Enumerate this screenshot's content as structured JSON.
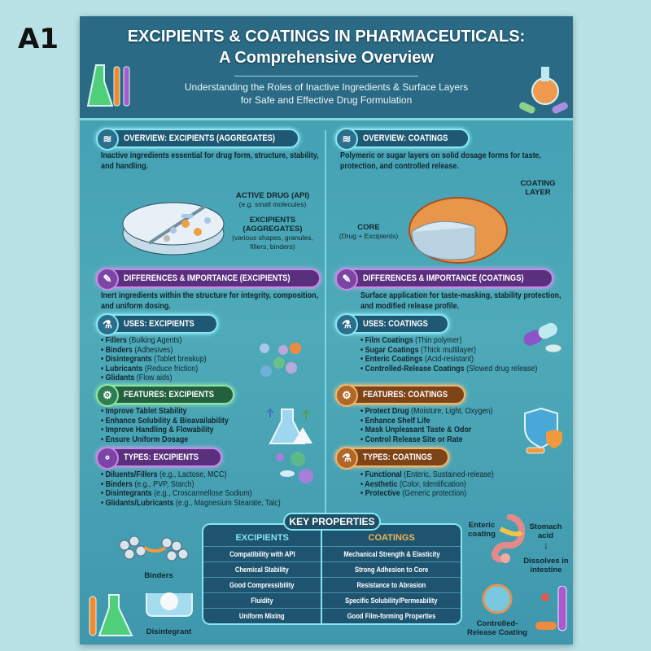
{
  "corner_label": "A1",
  "header": {
    "title_line1": "EXCIPIENTS & COATINGS IN PHARMACEUTICALS:",
    "title_line2": "A Comprehensive Overview",
    "subtitle_line1": "Understanding the Roles of Inactive Ingredients & Surface Layers",
    "subtitle_line2": "for Safe and Effective Drug Formulation"
  },
  "left": {
    "overview": {
      "title": "OVERVIEW: EXCIPIENTS (AGGREGATES)",
      "text": "Inactive ingredients essential for drug form, structure, stability, and handling.",
      "label_api": "ACTIVE DRUG (API)",
      "label_api_sub": "(e.g. small molecules)",
      "label_exc": "EXCIPIENTS (AGGREGATES)",
      "label_exc_sub": "(various shapes, granules, fillers, binders)"
    },
    "differences": {
      "title": "DIFFERENCES & IMPORTANCE (EXCIPIENTS)",
      "text": "Inert ingredients within the structure for integrity, composition, and uniform dosing."
    },
    "uses": {
      "title": "USES: EXCIPIENTS",
      "items": [
        {
          "b": "Fillers",
          "t": "(Bulking Agents)"
        },
        {
          "b": "Binders",
          "t": "(Adhesives)"
        },
        {
          "b": "Disintegrants",
          "t": "(Tablet breakup)"
        },
        {
          "b": "Lubricants",
          "t": "(Reduce friction)"
        },
        {
          "b": "Glidants",
          "t": "(Flow aids)"
        }
      ]
    },
    "features": {
      "title": "FEATURES: EXCIPIENTS",
      "items": [
        {
          "b": "Improve Tablet Stability",
          "t": ""
        },
        {
          "b": "Enhance Solubility & Bioavailability",
          "t": ""
        },
        {
          "b": "Improve Handling & Flowability",
          "t": ""
        },
        {
          "b": "Ensure Uniform Dosage",
          "t": ""
        }
      ]
    },
    "types": {
      "title": "TYPES: EXCIPIENTS",
      "items": [
        {
          "b": "Diluents/Fillers",
          "t": "(e.g., Lactose, MCC)"
        },
        {
          "b": "Binders",
          "t": "(e.g., PVP, Starch)"
        },
        {
          "b": "Disintegrants",
          "t": "(e.g., Croscarmellose Sodium)"
        },
        {
          "b": "Glidants/Lubricants",
          "t": "(e.g., Magnesium Stearate, Talc)"
        }
      ]
    },
    "illustrations": {
      "binders": "Binders",
      "disintegrant": "Disintegrant"
    }
  },
  "right": {
    "overview": {
      "title": "OVERVIEW: COATINGS",
      "text": "Polymeric or sugar layers on solid dosage forms for taste, protection, and controlled release.",
      "label_coating": "COATING LAYER",
      "label_core": "CORE",
      "label_core_sub": "(Drug + Excipients)"
    },
    "differences": {
      "title": "DIFFERENCES & IMPORTANCE (COATINGS)",
      "text": "Surface application for taste-masking, stability protection, and modified release profile."
    },
    "uses": {
      "title": "USES: COATINGS",
      "items": [
        {
          "b": "Film Coatings",
          "t": "(Thin polymer)"
        },
        {
          "b": "Sugar Coatings",
          "t": "(Thick multilayer)"
        },
        {
          "b": "Enteric Coatings",
          "t": "(Acid-resistant)"
        },
        {
          "b": "Controlled-Release Coatings",
          "t": "(Slowed drug release)"
        }
      ]
    },
    "features": {
      "title": "FEATURES: COATINGS",
      "items": [
        {
          "b": "Protect Drug",
          "t": "(Moisture, Light, Oxygen)"
        },
        {
          "b": "Enhance Shelf Life",
          "t": ""
        },
        {
          "b": "Mask Unpleasant Taste & Odor",
          "t": ""
        },
        {
          "b": "Control Release Site or Rate",
          "t": ""
        }
      ]
    },
    "types": {
      "title": "TYPES: COATINGS",
      "items": [
        {
          "b": "Functional",
          "t": "(Enteric, Sustained-release)"
        },
        {
          "b": "Aesthetic",
          "t": "(Color, Identification)"
        },
        {
          "b": "Protective",
          "t": "(Generic protection)"
        }
      ]
    },
    "illustrations": {
      "enteric": "Enteric coating",
      "stomach_acid": "Stomach acid",
      "dissolves": "Dissolves in intestine",
      "controlled_release": "Controlled-Release Coating"
    }
  },
  "key_properties": {
    "title": "KEY PROPERTIES",
    "headers": [
      "EXCIPIENTS",
      "COATINGS"
    ],
    "rows": [
      [
        "Compatibility with API",
        "Mechanical Strength & Elasticity"
      ],
      [
        "Chemical Stability",
        "Strong Adhesion to Core"
      ],
      [
        "Good Compressibility",
        "Resistance to Abrasion"
      ],
      [
        "Fluidity",
        "Specific Solubility/Permeability"
      ],
      [
        "Uniform Mixing",
        "Good Film-forming Properties"
      ]
    ]
  },
  "colors": {
    "header": "#2b6a85",
    "teal_pill": "#1f5873",
    "purple_pill": "#5a2f7d",
    "green_pill": "#23603e",
    "orange_pill": "#7e4418",
    "coatings_accent": "#f2b650",
    "excipients_accent": "#7fe6ee"
  }
}
